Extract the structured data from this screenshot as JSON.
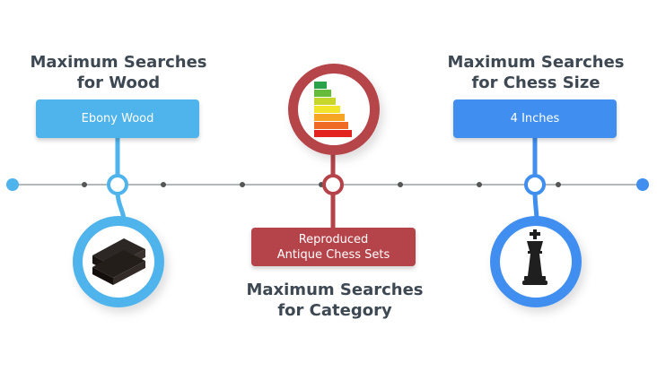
{
  "colors": {
    "wood": "#4fb3ec",
    "category": "#b5444a",
    "chess_size": "#3f8ef0",
    "timeline": "#9aa0a6"
  },
  "items": [
    {
      "heading_line1": "Maximum Searches",
      "heading_line2": "for Wood",
      "value_line1": "Ebony Wood",
      "icon": "wood-planks-icon"
    },
    {
      "heading_line1": "Maximum Searches",
      "heading_line2": "for Category",
      "value_line1": "Reproduced",
      "value_line2": "Antique Chess Sets",
      "icon": "energy-rating-chart-icon"
    },
    {
      "heading_line1": "Maximum Searches",
      "heading_line2": "for Chess Size",
      "value_line1": "4 Inches",
      "icon": "chess-king-icon"
    }
  ]
}
